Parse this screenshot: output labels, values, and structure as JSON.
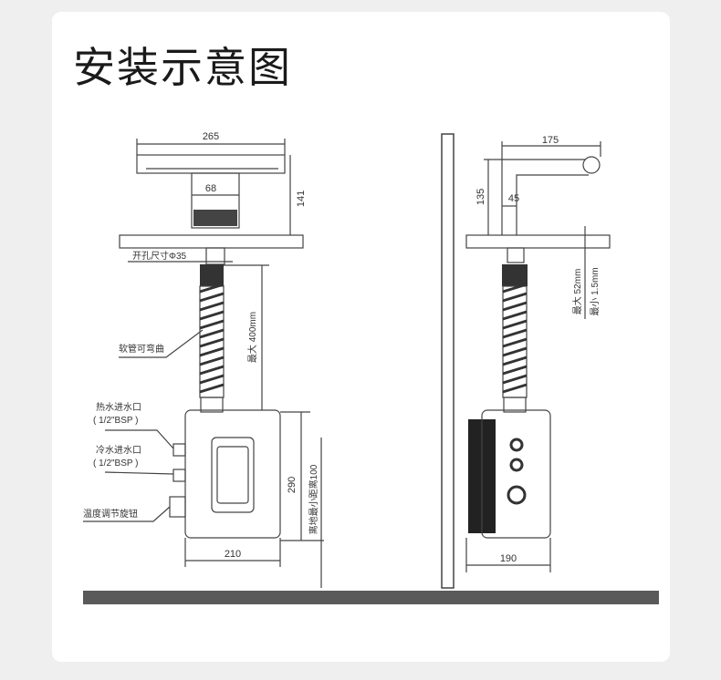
{
  "title": "安装示意图",
  "left": {
    "width_top": "265",
    "height_top": "141",
    "body_width": "68",
    "hole_size": "开孔尺寸Φ35",
    "hose_max": "最大 400mm",
    "hose_label": "软管可弯曲",
    "hot_inlet": "热水进水口",
    "hot_spec": "( 1/2\"BSP )",
    "cold_inlet": "冷水进水口",
    "cold_spec": "( 1/2\"BSP )",
    "temp_knob": "温度调节旋钮",
    "box_height": "290",
    "floor_clearance": "离地最小距离100",
    "box_width": "210"
  },
  "right": {
    "spout_length": "175",
    "spout_height": "135",
    "spout_width": "45",
    "counter_max": "最大 52mm",
    "counter_min": "最小 1.5mm",
    "box_depth": "190"
  }
}
